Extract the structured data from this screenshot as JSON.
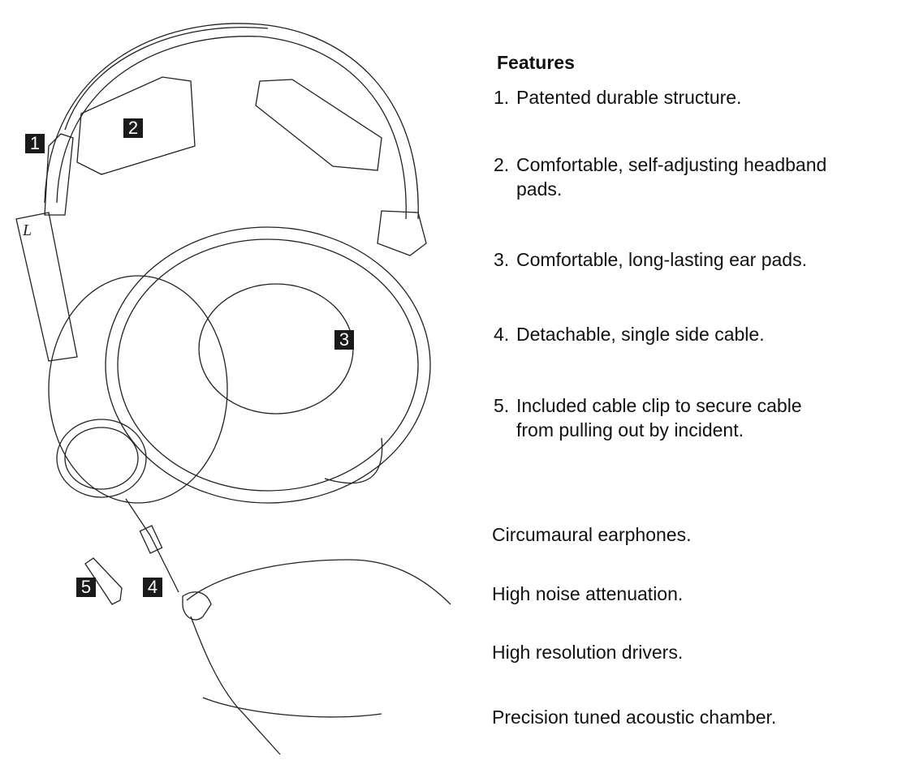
{
  "callouts": [
    "1",
    "2",
    "3",
    "4",
    "5"
  ],
  "features": {
    "title": "Features",
    "items": [
      {
        "num": "1.",
        "text": "Patented durable structure.",
        "cont": ""
      },
      {
        "num": "2.",
        "text": "Comfortable, self-adjusting headband",
        "cont": "pads."
      },
      {
        "num": "3.",
        "text": "Comfortable, long-lasting ear pads.",
        "cont": ""
      },
      {
        "num": "4.",
        "text": "Detachable, single side cable.",
        "cont": ""
      },
      {
        "num": "5.",
        "text": "Included cable clip to secure cable",
        "cont": "from pulling out by incident."
      }
    ]
  },
  "highlights": [
    "Circumaural earphones.",
    "High noise attenuation.",
    "High resolution drivers.",
    "Precision tuned acoustic chamber."
  ],
  "side_mark": "L"
}
